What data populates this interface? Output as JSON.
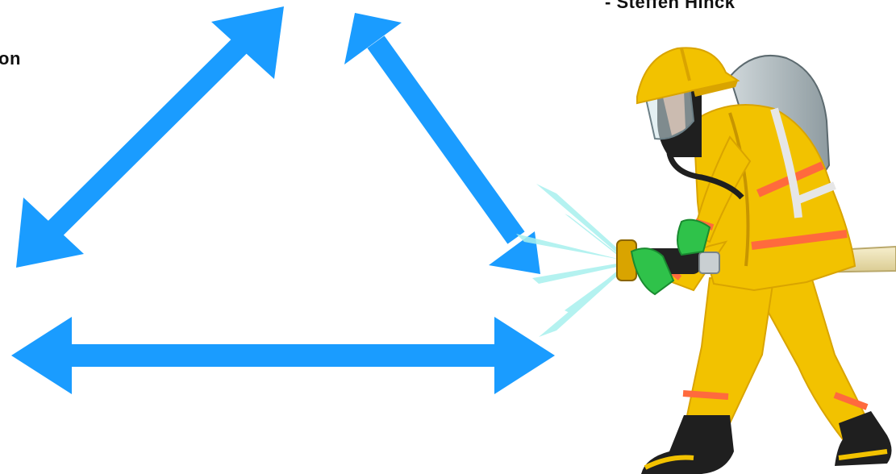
{
  "labels": {
    "left_fragment": "on",
    "author": "- Steffen Hinck"
  },
  "colors": {
    "arrow": "#1a9cff",
    "coat": "#f2c200",
    "coat_shade": "#d9a400",
    "reflective": "#ff6a3d",
    "glove": "#2fc24a",
    "boot": "#1f1f1f",
    "hose": "#ede2b0",
    "tank": "#b8c3c8",
    "water": "#a8f0ee"
  },
  "icons": [
    "arrow-left-diagonal",
    "arrow-right-diagonal",
    "arrow-horizontal",
    "firefighter-illustration"
  ]
}
